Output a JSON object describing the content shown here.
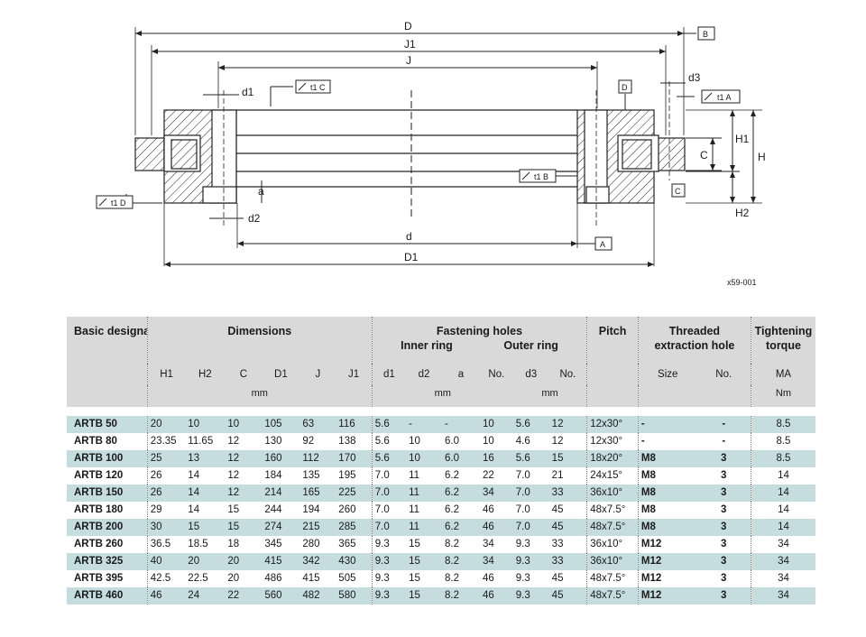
{
  "drawing": {
    "labels": {
      "D": "D",
      "J1": "J1",
      "J": "J",
      "d": "d",
      "D1": "D1",
      "d1": "d1",
      "d2": "d2",
      "d3": "d3",
      "a": "a",
      "C": "C",
      "H": "H",
      "H1": "H1",
      "H2": "H2",
      "ref_B": "B",
      "ref_A": "A",
      "ref_C": "C",
      "ref_D": "D",
      "tol_t1C": "t1 C",
      "tol_t1A": "t1 A",
      "tol_t1D": "t1 D",
      "tol_t1B": "t1 B"
    },
    "figure_id": "x59-001"
  },
  "table": {
    "head": {
      "basic": "Basic designation",
      "dimensions": "Dimensions",
      "fastening": "Fastening holes",
      "inner_ring": "Inner ring",
      "outer_ring": "Outer ring",
      "pitch": "Pitch",
      "threaded": "Threaded extraction hole",
      "tightening": "Tightening torque",
      "cols": {
        "H1": "H1",
        "H2": "H2",
        "C": "C",
        "D1": "D1",
        "J": "J",
        "J1": "J1",
        "d1": "d1",
        "d2": "d2",
        "a": "a",
        "No1": "No.",
        "d3": "d3",
        "No2": "No.",
        "size": "Size",
        "No3": "No.",
        "MA": "MA"
      },
      "unit_mm1": "mm",
      "unit_mm2": "mm",
      "unit_mm3": "mm",
      "unit_nm": "Nm"
    },
    "rows": [
      [
        "ARTB 50",
        "20",
        "10",
        "10",
        "105",
        "63",
        "116",
        "5.6",
        "-",
        "-",
        "10",
        "5.6",
        "12",
        "12x30°",
        "-",
        "-",
        "8.5"
      ],
      [
        "ARTB 80",
        "23.35",
        "11.65",
        "12",
        "130",
        "92",
        "138",
        "5.6",
        "10",
        "6.0",
        "10",
        "4.6",
        "12",
        "12x30°",
        "-",
        "-",
        "8.5"
      ],
      [
        "ARTB 100",
        "25",
        "13",
        "12",
        "160",
        "112",
        "170",
        "5.6",
        "10",
        "6.0",
        "16",
        "5.6",
        "15",
        "18x20°",
        "M8",
        "3",
        "8.5"
      ],
      [
        "ARTB 120",
        "26",
        "14",
        "12",
        "184",
        "135",
        "195",
        "7.0",
        "11",
        "6.2",
        "22",
        "7.0",
        "21",
        "24x15°",
        "M8",
        "3",
        "14"
      ],
      [
        "ARTB 150",
        "26",
        "14",
        "12",
        "214",
        "165",
        "225",
        "7.0",
        "11",
        "6.2",
        "34",
        "7.0",
        "33",
        "36x10°",
        "M8",
        "3",
        "14"
      ],
      [
        "ARTB 180",
        "29",
        "14",
        "15",
        "244",
        "194",
        "260",
        "7.0",
        "11",
        "6.2",
        "46",
        "7.0",
        "45",
        "48x7.5°",
        "M8",
        "3",
        "14"
      ],
      [
        "ARTB 200",
        "30",
        "15",
        "15",
        "274",
        "215",
        "285",
        "7.0",
        "11",
        "6.2",
        "46",
        "7.0",
        "45",
        "48x7.5°",
        "M8",
        "3",
        "14"
      ],
      [
        "ARTB 260",
        "36.5",
        "18.5",
        "18",
        "345",
        "280",
        "365",
        "9.3",
        "15",
        "8.2",
        "34",
        "9.3",
        "33",
        "36x10°",
        "M12",
        "3",
        "34"
      ],
      [
        "ARTB 325",
        "40",
        "20",
        "20",
        "415",
        "342",
        "430",
        "9.3",
        "15",
        "8.2",
        "34",
        "9.3",
        "33",
        "36x10°",
        "M12",
        "3",
        "34"
      ],
      [
        "ARTB 395",
        "42.5",
        "22.5",
        "20",
        "486",
        "415",
        "505",
        "9.3",
        "15",
        "8.2",
        "46",
        "9.3",
        "45",
        "48x7.5°",
        "M12",
        "3",
        "34"
      ],
      [
        "ARTB 460",
        "46",
        "24",
        "22",
        "560",
        "482",
        "580",
        "9.3",
        "15",
        "8.2",
        "46",
        "9.3",
        "45",
        "48x7.5°",
        "M12",
        "3",
        "34"
      ]
    ]
  }
}
